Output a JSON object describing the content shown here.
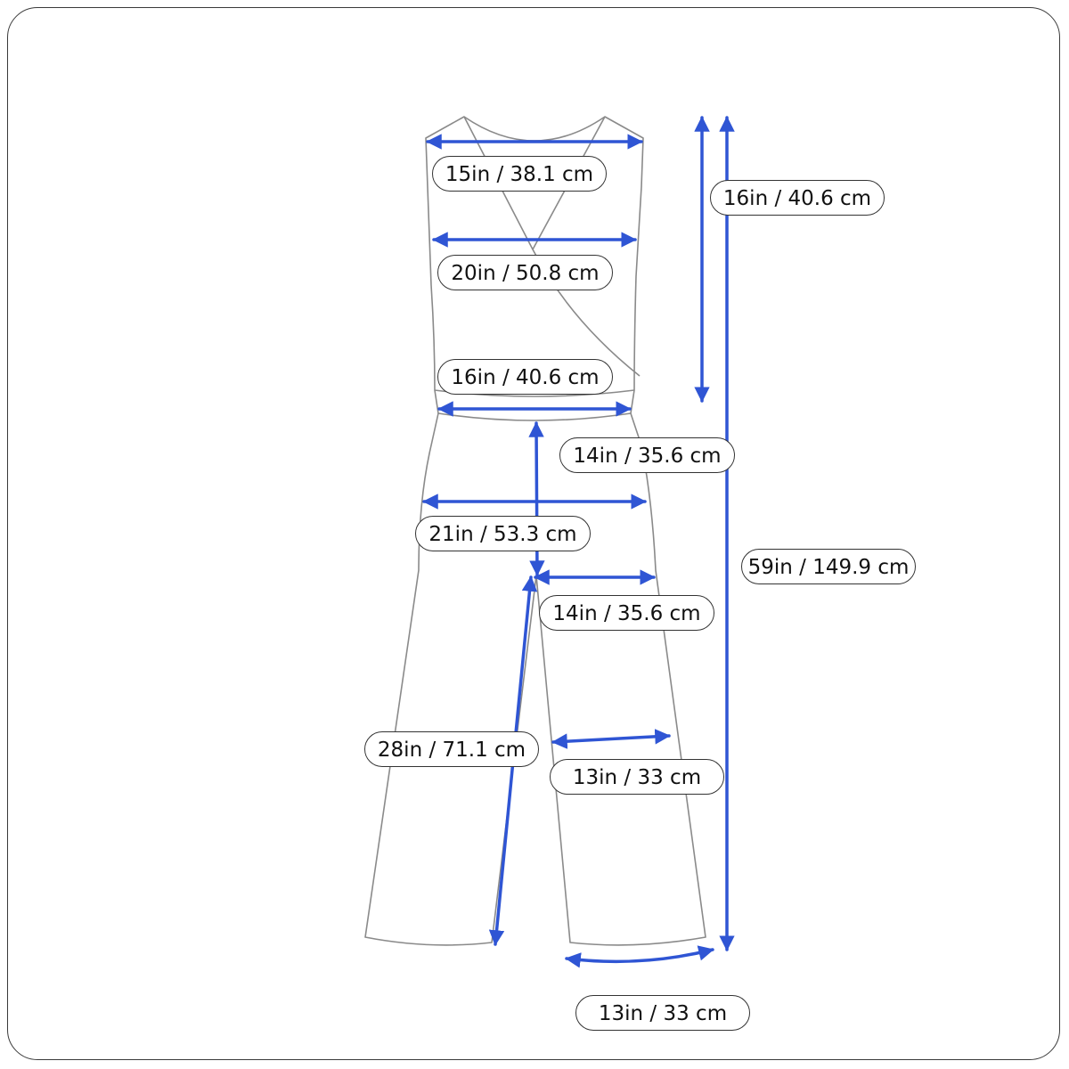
{
  "colors": {
    "arrow": "#2f55d4",
    "garment_outline": "#8a8a8a",
    "label_border": "#333333",
    "frame_border": "#3a3a3a"
  },
  "labels": {
    "shoulder": "15in / 38.1 cm",
    "chest": "20in / 50.8 cm",
    "waist": "16in / 40.6 cm",
    "bodice_length": "16in / 40.6 cm",
    "rise": "14in / 35.6 cm",
    "hip": "21in / 53.3 cm",
    "thigh": "14in / 35.6 cm",
    "inseam": "28in / 71.1 cm",
    "knee": "13in / 33 cm",
    "total_length": "59in / 149.9 cm",
    "leg_opening": "13in / 33 cm"
  }
}
